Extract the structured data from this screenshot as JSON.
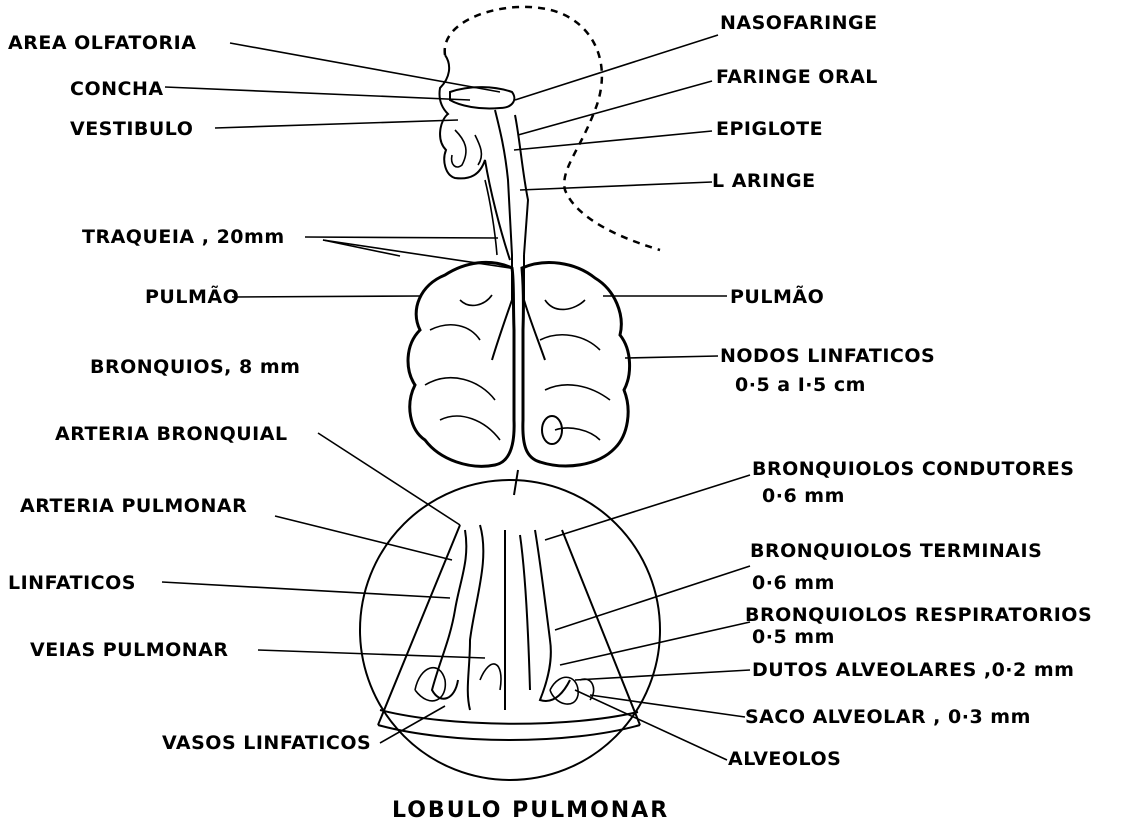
{
  "labels": {
    "area_olfatoria": "AREA  OLFATORIA",
    "concha": "CONCHA",
    "vestibulo": "VESTIBULO",
    "traqueia": "TRAQUEIA ,  20mm",
    "pulmao_left": "PULMÃO",
    "bronquios": "BRONQUIOS, 8 mm",
    "arteria_bronquial": "ARTERIA  BRONQUIAL",
    "arteria_pulmonar": "ARTERIA PULMONAR",
    "linfaticos": "LINFATICOS",
    "veias_pulmonar": "VEIAS PULMONAR",
    "vasos_linfaticos": "VASOS LINFATICOS",
    "nasofaringe": "NASOFARINGE",
    "faringe_oral": "FARINGE  ORAL",
    "epiglote": "EPIGLOTE",
    "laringe": "L ARINGE",
    "pulmao_right": "PULMÃO",
    "nodos_linfaticos": "NODOS LINFATICOS",
    "nodos_size": "0·5 a I·5 cm",
    "bronquiolos_condutores": "BRONQUIOLOS  CONDUTORES",
    "bronquiolos_condutores_size": "0·6 mm",
    "bronquiolos_terminais": "BRONQUIOLOS   TERMINAIS",
    "bronquiolos_terminais_size": "0·6 mm",
    "bronquiolos_respiratorios": "BRONQUIOLOS  RESPIRATORIOS",
    "bronquiolos_respiratorios_size": "0·5 mm",
    "dutos_alveolares": "DUTOS  ALVEOLARES ,0·2 mm",
    "saco_alveolar": "SACO ALVEOLAR ,  0·3 mm",
    "alveolos": "ALVEOLOS"
  },
  "caption": "LOBULO PULMONAR"
}
